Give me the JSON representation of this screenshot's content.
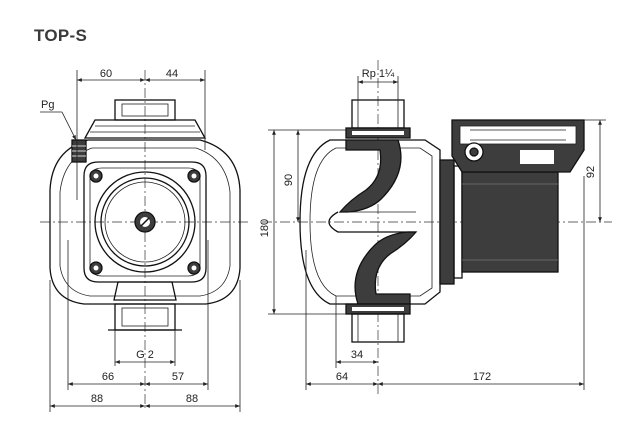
{
  "title": "TOP-S",
  "labels": {
    "pg": "Pg",
    "rp": "Rp 1¼",
    "g2": "G 2"
  },
  "dimensions": {
    "d60": "60",
    "d44": "44",
    "d66": "66",
    "d57": "57",
    "d88_left": "88",
    "d88_right": "88",
    "d180": "180",
    "d90": "90",
    "d92": "92",
    "d34": "34",
    "d64": "64",
    "d172": "172"
  },
  "colors": {
    "line": "#111111",
    "fill_dark": "#3d3d3d",
    "title": "#3a3a3a"
  }
}
